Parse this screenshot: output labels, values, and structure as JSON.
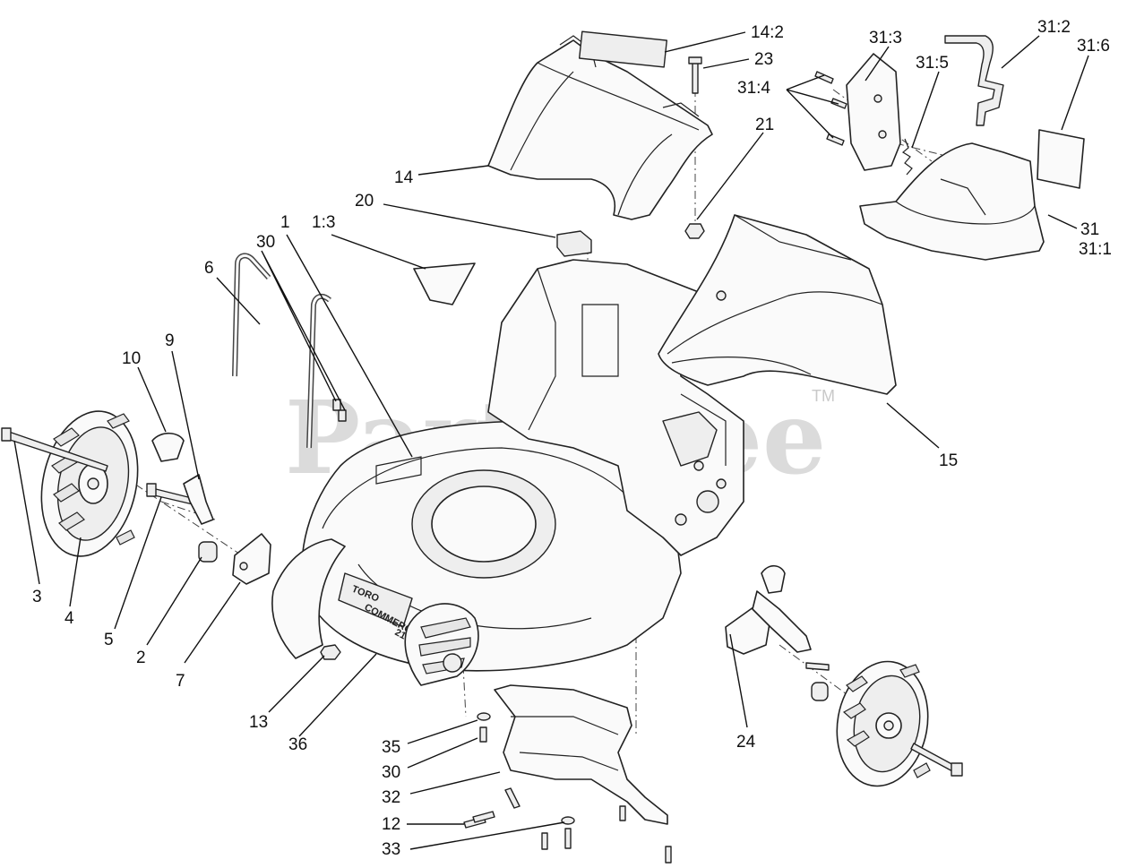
{
  "watermark": {
    "text": "PartsTree",
    "mark": "TM"
  },
  "deck_branding": {
    "logo": "TORO",
    "model": "COMMERCIAL",
    "size": "21"
  },
  "callouts": [
    "14:2",
    "23",
    "31:2",
    "31:3",
    "31:5",
    "31:6",
    "31:4",
    "21",
    "14",
    "20",
    "1:3",
    "1",
    "30",
    "6",
    "9",
    "10",
    "31",
    "31:1",
    "15",
    "3",
    "4",
    "5",
    "2",
    "7",
    "13",
    "36",
    "24",
    "35",
    "30",
    "32",
    "12",
    "33"
  ]
}
